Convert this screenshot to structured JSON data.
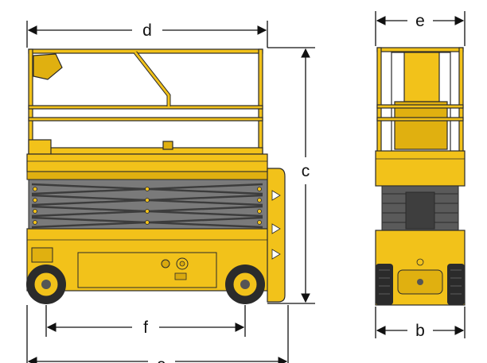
{
  "figure": {
    "colors": {
      "body_yellow": "#f2c21a",
      "body_yellow_dark": "#c99d0c",
      "outline": "#2a2a2a",
      "scissor_gray": "#6e6e6e",
      "scissor_dark": "#4a4a4a",
      "tire": "#2b2b2b",
      "dimension_line": "#111111"
    },
    "dimensions": {
      "d": "d",
      "c": "c",
      "e": "e",
      "f": "f",
      "a": "a",
      "b": "b"
    }
  }
}
